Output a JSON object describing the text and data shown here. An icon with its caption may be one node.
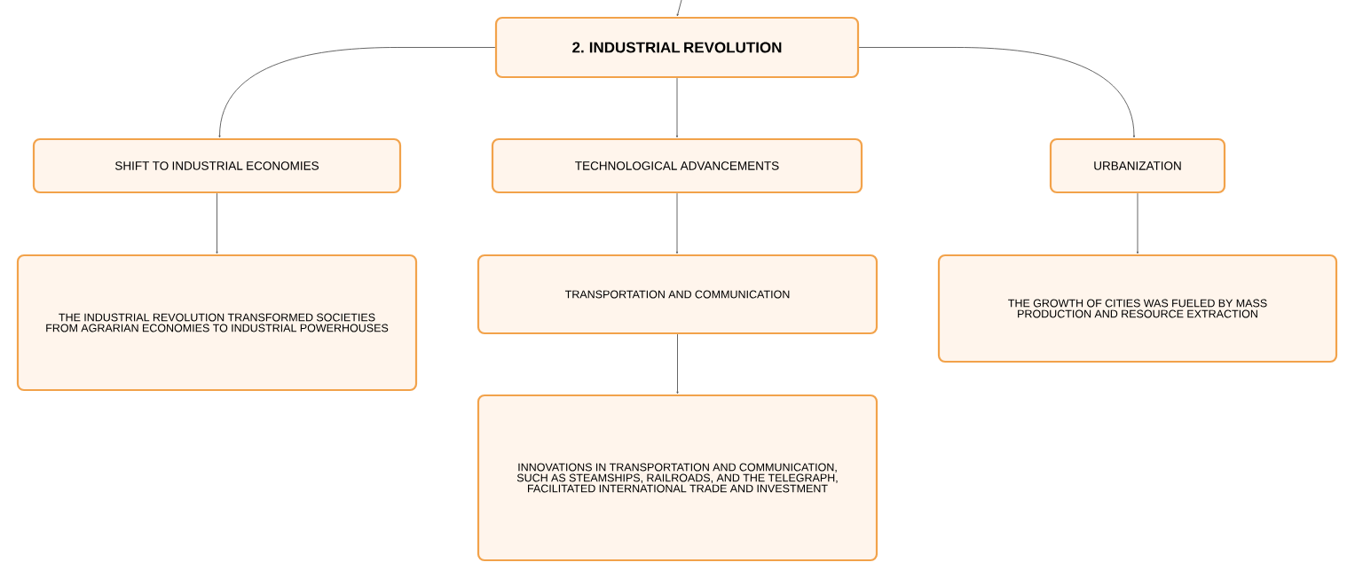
{
  "diagram": {
    "nodes": [
      {
        "text": [
          "2. INDUSTRIAL REVOLUTION"
        ]
      },
      {
        "text": [
          "SHIFT TO INDUSTRIAL ECONOMIES"
        ]
      },
      {
        "text": [
          "TECHNOLOGICAL ADVANCEMENTS"
        ]
      },
      {
        "text": [
          "URBANIZATION"
        ]
      },
      {
        "text": [
          "THE INDUSTRIAL REVOLUTION TRANSFORMED SOCIETIES FROM AGRARIAN ECONOMIES TO INDUSTRIAL POWERHOUSES"
        ]
      },
      {
        "text": [
          "TRANSPORTATION AND COMMUNICATION"
        ]
      },
      {
        "text": [
          "INNOVATIONS IN TRANSPORTATION AND COMMUNICATION, SUCH AS STEAMSHIPS, RAILROADS, AND THE TELEGRAPH, FACILITATED INTERNATIONAL TRADE AND INVESTMENT"
        ]
      },
      {
        "text": [
          "THE GROWTH OF CITIES WAS FUELED BY MASS PRODUCTION AND RESOURCE EXTRACTION"
        ]
      }
    ],
    "edges": [
      {
        "from": null,
        "to": 0,
        "arrow": "to"
      },
      {
        "from": 0,
        "to": 1,
        "arrow": "to"
      },
      {
        "from": 0,
        "to": 2,
        "arrow": "to"
      },
      {
        "from": 0,
        "to": 3,
        "arrow": "to"
      },
      {
        "from": 1,
        "to": 4,
        "arrow": "to"
      },
      {
        "from": 2,
        "to": 5,
        "arrow": "to"
      },
      {
        "from": 5,
        "to": 6,
        "arrow": "to"
      },
      {
        "from": 3,
        "to": 7,
        "arrow": "to"
      }
    ]
  }
}
